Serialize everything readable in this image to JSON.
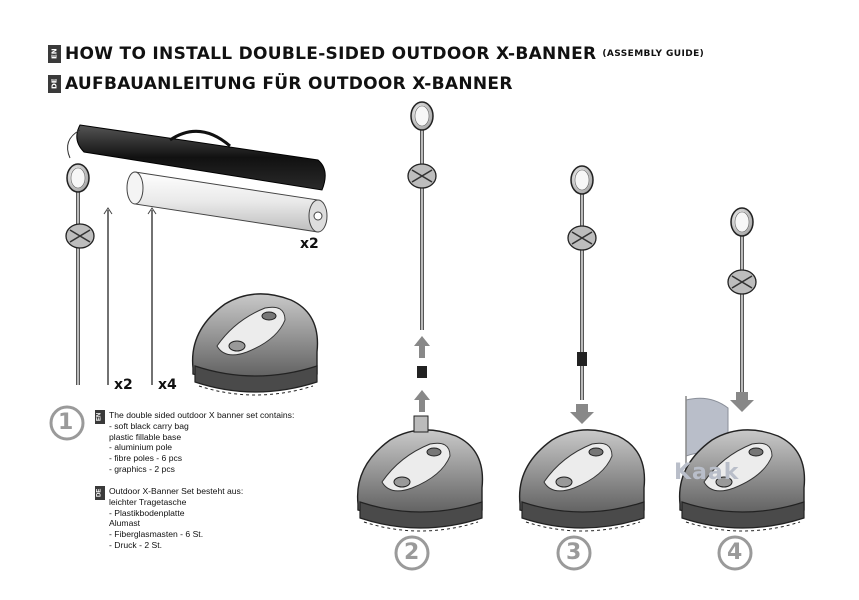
{
  "header": {
    "en_tab": "EN",
    "en_title": "HOW TO INSTALL DOUBLE-SIDED OUTDOOR X-BANNER",
    "en_subtitle": "(ASSEMBLY GUIDE)",
    "de_tab": "DE",
    "de_title": "AUFBAUANLEITUNG FÜR OUTDOOR X-BANNER"
  },
  "quantities": {
    "graphics": "x2",
    "aluminium": "x2",
    "fibre": "x4"
  },
  "steps": [
    "1",
    "2",
    "3",
    "4"
  ],
  "contents_en": {
    "tab": "EN",
    "title": "The double sided outdoor X banner set contains:",
    "items": [
      "- soft black carry bag",
      "  plastic fillable base",
      "- aluminium pole",
      "- fibre poles - 6 pcs",
      "- graphics - 2 pcs"
    ]
  },
  "contents_de": {
    "tab": "DE",
    "title": "Outdoor X-Banner Set besteht aus:",
    "items": [
      "  leichter Tragetasche",
      "- Plastikbodenplatte",
      "  Alumast",
      "- Fiberglasmasten - 6 St.",
      "- Druck - 2 St."
    ]
  },
  "watermark": "Kaak",
  "colors": {
    "base_dark": "#4a4a4a",
    "base_mid": "#9a9a9a",
    "bag": "#1c1c1c"
  }
}
